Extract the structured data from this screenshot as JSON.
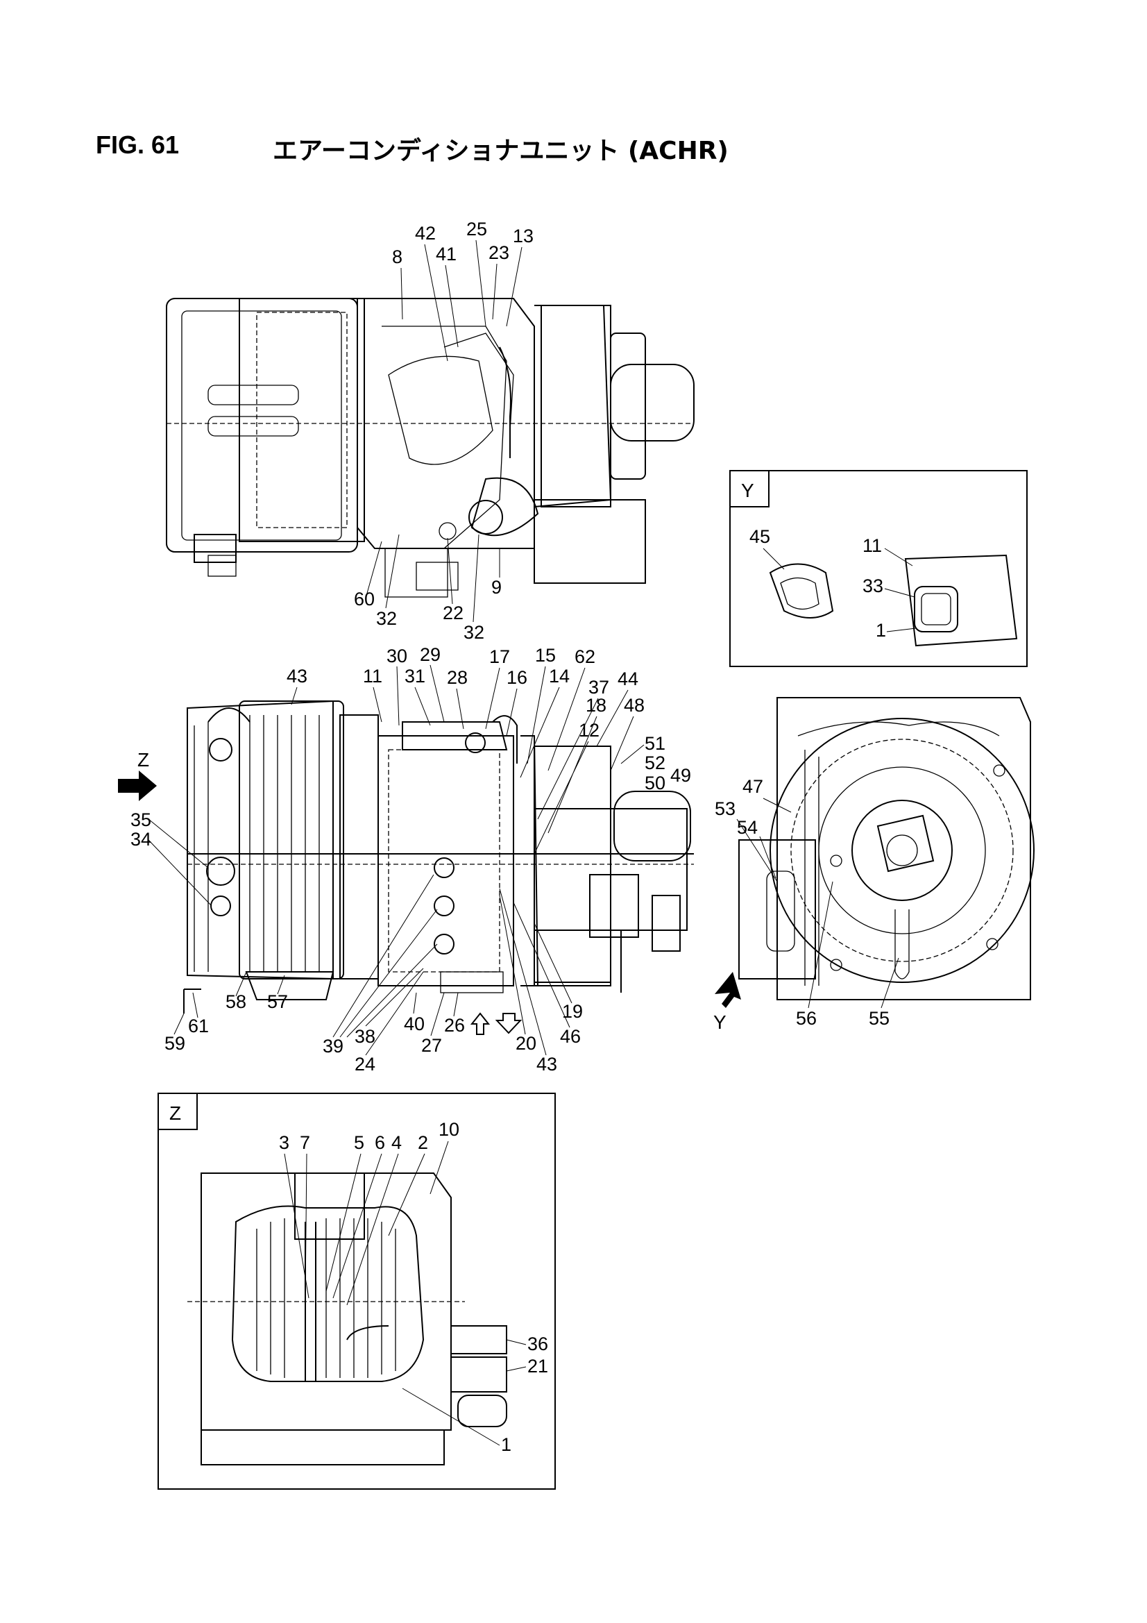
{
  "figure": {
    "number": "FIG. 61",
    "title": "エアーコンディショナユニット (ACHR)"
  },
  "views": {
    "top": {
      "labels": [
        "42",
        "25",
        "13",
        "8",
        "41",
        "23",
        "60",
        "32",
        "22",
        "32",
        "9"
      ]
    },
    "side": {
      "direction_z": "Z",
      "labels": [
        "43",
        "30",
        "29",
        "17",
        "15",
        "62",
        "11",
        "31",
        "28",
        "16",
        "14",
        "37",
        "44",
        "18",
        "48",
        "12",
        "51",
        "52",
        "50",
        "49",
        "35",
        "34",
        "58",
        "57",
        "61",
        "59",
        "39",
        "38",
        "24",
        "40",
        "27",
        "26",
        "20",
        "43",
        "46",
        "19"
      ]
    },
    "front": {
      "direction_y": "Y",
      "labels": [
        "47",
        "53",
        "54",
        "56",
        "55"
      ]
    },
    "detail_y": {
      "title": "Y",
      "labels": [
        "45",
        "11",
        "33",
        "1"
      ]
    },
    "detail_z": {
      "title": "Z",
      "labels": [
        "3",
        "7",
        "5",
        "6",
        "4",
        "2",
        "10",
        "36",
        "21",
        "1"
      ]
    }
  },
  "icons": [
    "arrow-right-icon",
    "arrow-up-icon",
    "hollow-arrow-up-icon",
    "hollow-arrow-down-icon"
  ]
}
